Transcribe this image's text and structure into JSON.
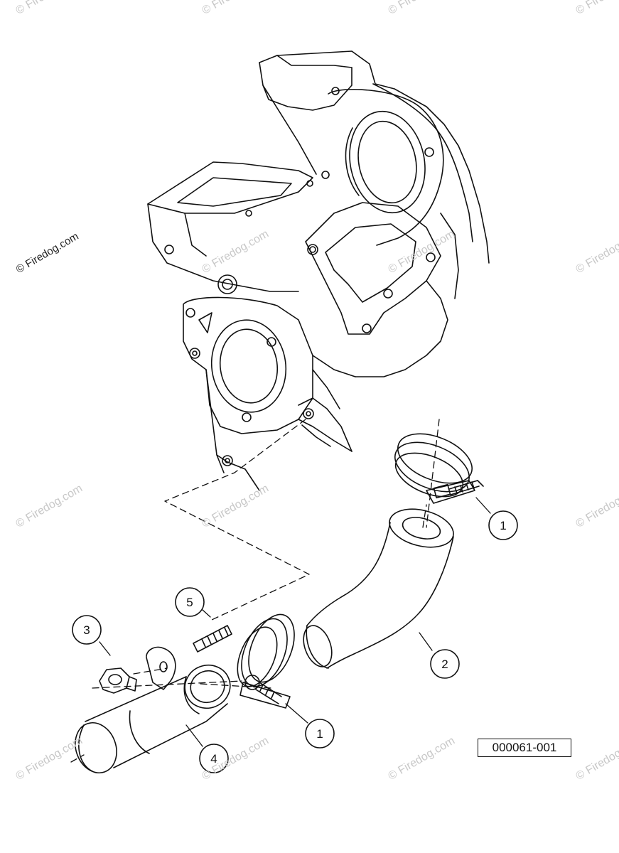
{
  "watermark": "© Firedog.com",
  "part_number": "000061-001",
  "callouts": [
    {
      "id": "callout-1-top",
      "label": "1"
    },
    {
      "id": "callout-2",
      "label": "2"
    },
    {
      "id": "callout-3",
      "label": "3"
    },
    {
      "id": "callout-4",
      "label": "4"
    },
    {
      "id": "callout-5",
      "label": "5"
    },
    {
      "id": "callout-1-bottom",
      "label": "1"
    }
  ]
}
